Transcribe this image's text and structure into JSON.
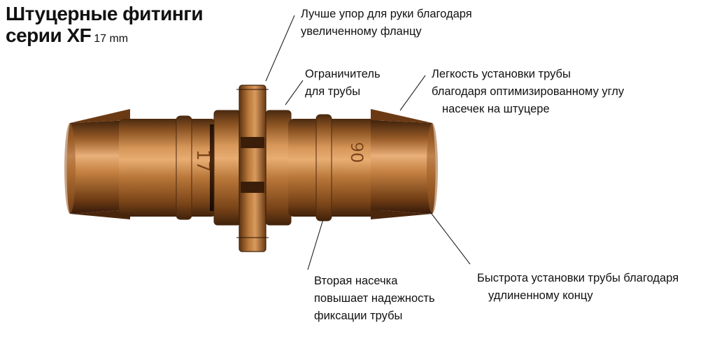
{
  "title": {
    "line1": "Штуцерные фитинги",
    "line2": "серии XF",
    "size": "17 mm"
  },
  "product": {
    "markings": [
      "17",
      "90"
    ],
    "colors": {
      "body_dark": "#5a3416",
      "body_mid": "#a0622c",
      "body_light": "#e2a468",
      "flange": "#8b5326"
    }
  },
  "callouts": {
    "flange": {
      "line1": "Лучше упор для руки благодаря",
      "line2": "увеличенному фланцу"
    },
    "stop": {
      "line1": "Ограничитель",
      "line2": "для трубы"
    },
    "angle": {
      "line1": "Легкость установки трубы",
      "line2": "благодаря оптимизированному углу",
      "line3": "насечек на штуцере"
    },
    "second_barb": {
      "line1": "Вторая насечка",
      "line2": "повышает надежность",
      "line3": "фиксации трубы"
    },
    "long_end": {
      "line1": "Быстрота установки трубы благодаря",
      "line2": "удлиненному концу"
    }
  }
}
